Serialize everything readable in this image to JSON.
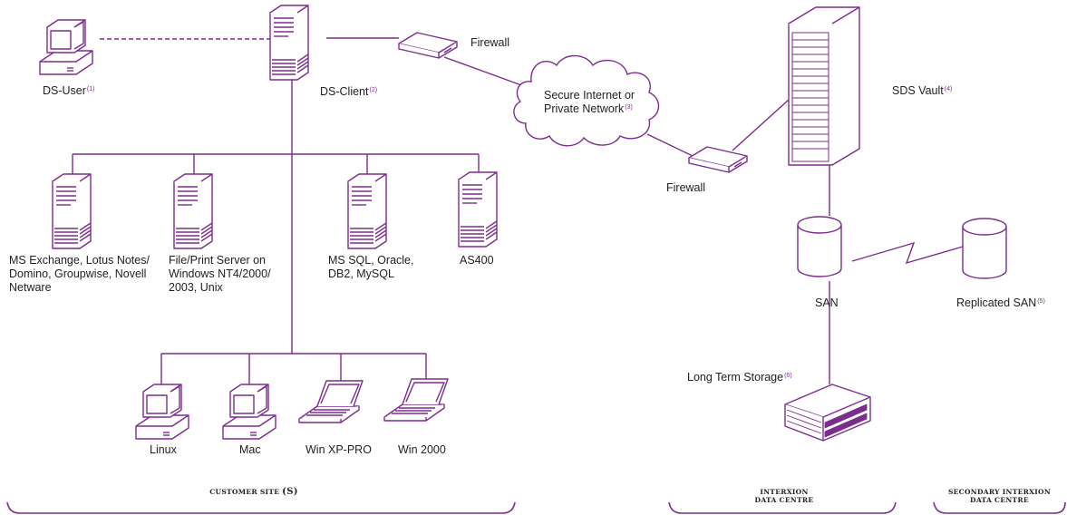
{
  "colors": {
    "line": "#7b2d8e",
    "text": "#222222",
    "fill": "#ffffff"
  },
  "nodes": {
    "ds_user": {
      "label": "DS-User",
      "ref": "(1)",
      "icon": "desktop-computer-icon"
    },
    "ds_client": {
      "label": "DS-Client",
      "ref": "(2)",
      "icon": "tower-server-icon"
    },
    "firewall_top": {
      "label": "Firewall",
      "icon": "firewall-box-icon"
    },
    "network": {
      "label_lines": [
        "Secure Internet or",
        "Private Network"
      ],
      "ref": "(3)",
      "icon": "cloud-icon"
    },
    "firewall_bottom": {
      "label": "Firewall",
      "icon": "firewall-box-icon"
    },
    "sds_vault": {
      "label": "SDS Vault",
      "ref": "(4)",
      "icon": "rack-server-icon"
    },
    "san": {
      "label": "SAN",
      "icon": "database-cylinder-icon"
    },
    "replicated_san": {
      "label": "Replicated SAN",
      "ref": "(5)",
      "icon": "database-cylinder-icon"
    },
    "long_term_storage": {
      "label": "Long Term Storage",
      "ref": "(6)",
      "icon": "storage-unit-icon"
    },
    "servers": [
      {
        "label": "MS Exchange, Lotus Notes/ Domino, Groupwise, Novell Netware",
        "icon": "tower-server-icon"
      },
      {
        "label": "File/Print Server on Windows NT4/2000/ 2003, Unix",
        "icon": "tower-server-icon"
      },
      {
        "label": "MS SQL, Oracle, DB2, MySQL",
        "icon": "tower-server-icon"
      },
      {
        "label": "AS400",
        "icon": "tower-server-icon"
      }
    ],
    "clients": [
      {
        "label": "Linux",
        "icon": "desktop-computer-icon"
      },
      {
        "label": "Mac",
        "icon": "desktop-computer-icon"
      },
      {
        "label": "Win XP-PRO",
        "icon": "laptop-icon"
      },
      {
        "label": "Win 2000",
        "icon": "laptop-icon"
      }
    ]
  },
  "sites": {
    "customer": {
      "label": "CUSTOMER SITE",
      "suffix": "(S)"
    },
    "interxion": {
      "line1": "INTERXION",
      "line2": "DATA CENTRE"
    },
    "secondary": {
      "line1": "SECONDARY INTERXION",
      "line2": "DATA CENTRE"
    }
  }
}
